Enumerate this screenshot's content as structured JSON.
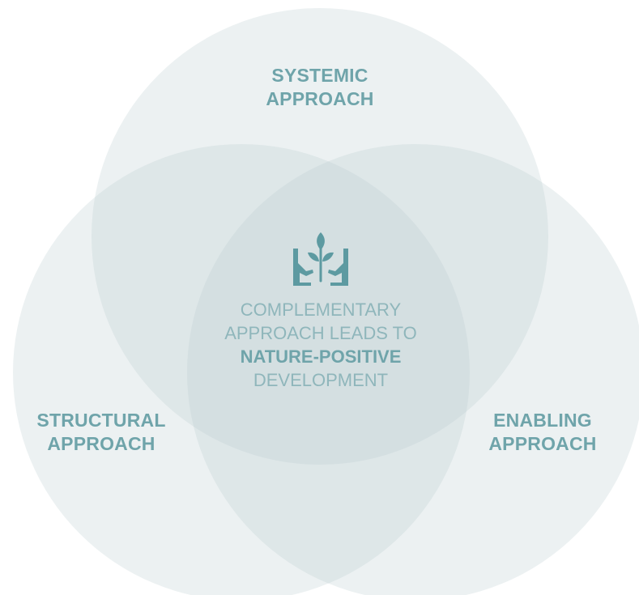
{
  "colors": {
    "circle_fill": "#b9cdd0",
    "label_teal": "#6fa4aa",
    "center_text": "#8fb6bb",
    "icon_teal": "#5d9aa1"
  },
  "circles": [
    {
      "name": "systemic"
    },
    {
      "name": "structural"
    },
    {
      "name": "enabling"
    }
  ],
  "labels": {
    "systemic": [
      "SYSTEMIC",
      "APPROACH"
    ],
    "structural": [
      "STRUCTURAL",
      "APPROACH"
    ],
    "enabling": [
      "ENABLING",
      "APPROACH"
    ]
  },
  "center": {
    "icon": "hands-plant-icon",
    "line1": "COMPLEMENTARY",
    "line2": "APPROACH LEADS TO",
    "line3_bold": "NATURE-POSITIVE",
    "line4": "DEVELOPMENT"
  }
}
